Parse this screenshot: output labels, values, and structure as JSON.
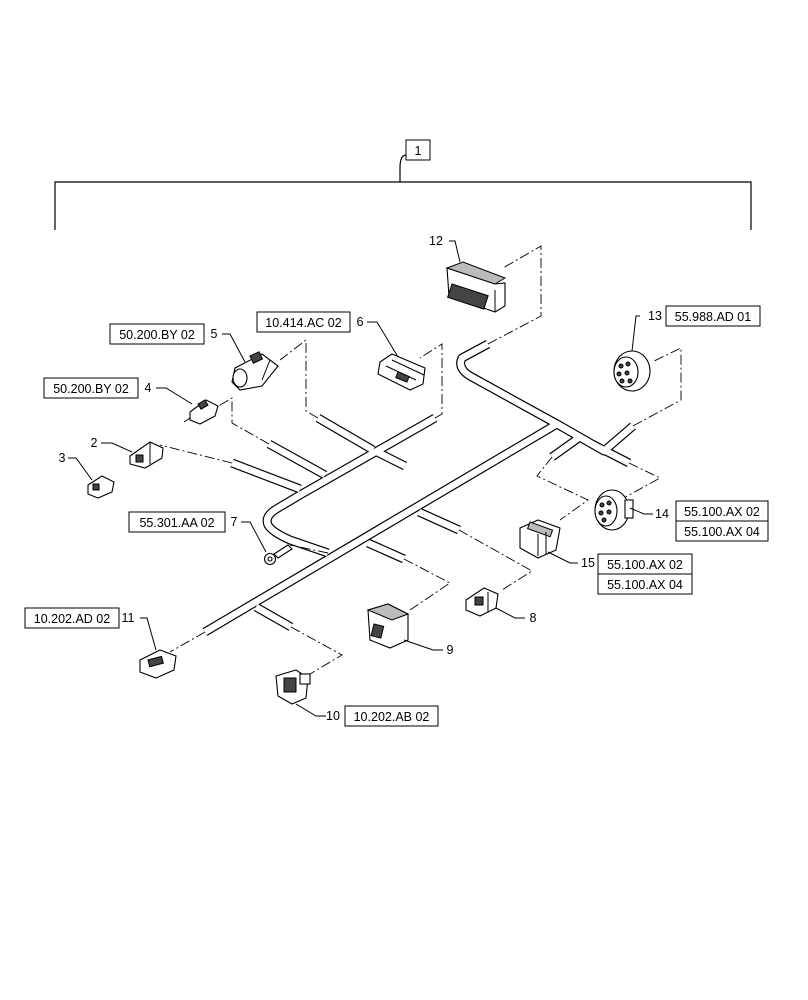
{
  "callouts": {
    "c1": "1",
    "c2": "2",
    "c3": "3",
    "c4": "4",
    "c5": "5",
    "c6": "6",
    "c7": "7",
    "c8": "8",
    "c9": "9",
    "c10": "10",
    "c11": "11",
    "c12": "12",
    "c13": "13",
    "c14": "14",
    "c15": "15"
  },
  "references": {
    "r5": "50.200.BY 02",
    "r4": "50.200.BY 02",
    "r6": "10.414.AC 02",
    "r7": "55.301.AA 02",
    "r11": "10.202.AD 02",
    "r10": "10.202.AB 02",
    "r13": "55.988.AD 01",
    "r14a": "55.100.AX 02",
    "r14b": "55.100.AX 04",
    "r15a": "55.100.AX 02",
    "r15b": "55.100.AX 04"
  }
}
